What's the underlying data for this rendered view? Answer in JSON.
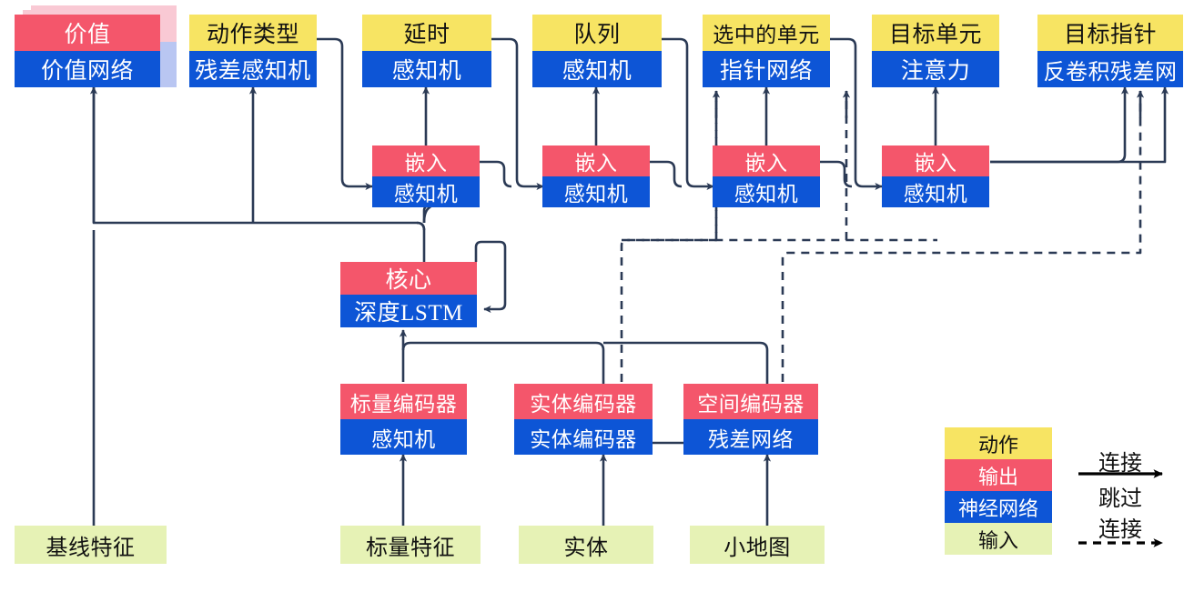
{
  "diagram": {
    "title_present": false,
    "colors": {
      "action": "#f7e463",
      "output": "#f4566b",
      "neural_network": "#0d55d6",
      "input": "#e6f2b5",
      "wire": "#2b3a55",
      "legend_arrow": "#000000",
      "shadow_pink": "#f9c9d4",
      "shadow_blue": "#b9c6f2"
    },
    "nodes": [
      {
        "id": "value",
        "top_label": "价值",
        "bottom_label": "价值网络",
        "top_kind": "output",
        "bottom_kind": "neural_network",
        "stacked": true
      },
      {
        "id": "action_type",
        "top_label": "动作类型",
        "bottom_label": "残差感知机",
        "top_kind": "action",
        "bottom_kind": "neural_network",
        "stacked": false
      },
      {
        "id": "delay",
        "top_label": "延时",
        "bottom_label": "感知机",
        "top_kind": "action",
        "bottom_kind": "neural_network",
        "stacked": false
      },
      {
        "id": "queue",
        "top_label": "队列",
        "bottom_label": "感知机",
        "top_kind": "action",
        "bottom_kind": "neural_network",
        "stacked": false
      },
      {
        "id": "selected_units",
        "top_label": "选中的单元",
        "bottom_label": "指针网络",
        "top_kind": "action",
        "bottom_kind": "neural_network",
        "stacked": false
      },
      {
        "id": "target_unit",
        "top_label": "目标单元",
        "bottom_label": "注意力",
        "top_kind": "action",
        "bottom_kind": "neural_network",
        "stacked": false
      },
      {
        "id": "target_point",
        "top_label": "目标指针",
        "bottom_label": "反卷积残差网",
        "top_kind": "action",
        "bottom_kind": "neural_network",
        "stacked": false
      },
      {
        "id": "embed1",
        "top_label": "嵌入",
        "bottom_label": "感知机",
        "top_kind": "output",
        "bottom_kind": "neural_network",
        "stacked": false
      },
      {
        "id": "embed2",
        "top_label": "嵌入",
        "bottom_label": "感知机",
        "top_kind": "output",
        "bottom_kind": "neural_network",
        "stacked": false
      },
      {
        "id": "embed3",
        "top_label": "嵌入",
        "bottom_label": "感知机",
        "top_kind": "output",
        "bottom_kind": "neural_network",
        "stacked": false
      },
      {
        "id": "embed4",
        "top_label": "嵌入",
        "bottom_label": "感知机",
        "top_kind": "output",
        "bottom_kind": "neural_network",
        "stacked": false
      },
      {
        "id": "core",
        "top_label": "核心",
        "bottom_label": "深度LSTM",
        "top_kind": "output",
        "bottom_kind": "neural_network",
        "stacked": false
      },
      {
        "id": "scalar_enc",
        "top_label": "标量编码器",
        "bottom_label": "感知机",
        "top_kind": "output",
        "bottom_kind": "neural_network",
        "stacked": false
      },
      {
        "id": "entity_enc",
        "top_label": "实体编码器",
        "bottom_label": "实体编码器",
        "top_kind": "output",
        "bottom_kind": "neural_network",
        "stacked": false
      },
      {
        "id": "spatial_enc",
        "top_label": "空间编码器",
        "bottom_label": "残差网络",
        "top_kind": "output",
        "bottom_kind": "neural_network",
        "stacked": false
      }
    ],
    "inputs": [
      {
        "id": "baseline_features",
        "label": "基线特征"
      },
      {
        "id": "scalar_features",
        "label": "标量特征"
      },
      {
        "id": "entities",
        "label": "实体"
      },
      {
        "id": "minimap",
        "label": "小地图"
      }
    ],
    "legend": {
      "swatches": [
        {
          "id": "legend-action",
          "label": "动作",
          "kind": "action"
        },
        {
          "id": "legend-output",
          "label": "输出",
          "kind": "output"
        },
        {
          "id": "legend-nn",
          "label": "神经网络",
          "kind": "neural_network"
        },
        {
          "id": "legend-input",
          "label": "输入",
          "kind": "input"
        }
      ],
      "connection_label": "连接",
      "skip_label_line1": "跳过",
      "skip_label_line2": "连接"
    }
  }
}
